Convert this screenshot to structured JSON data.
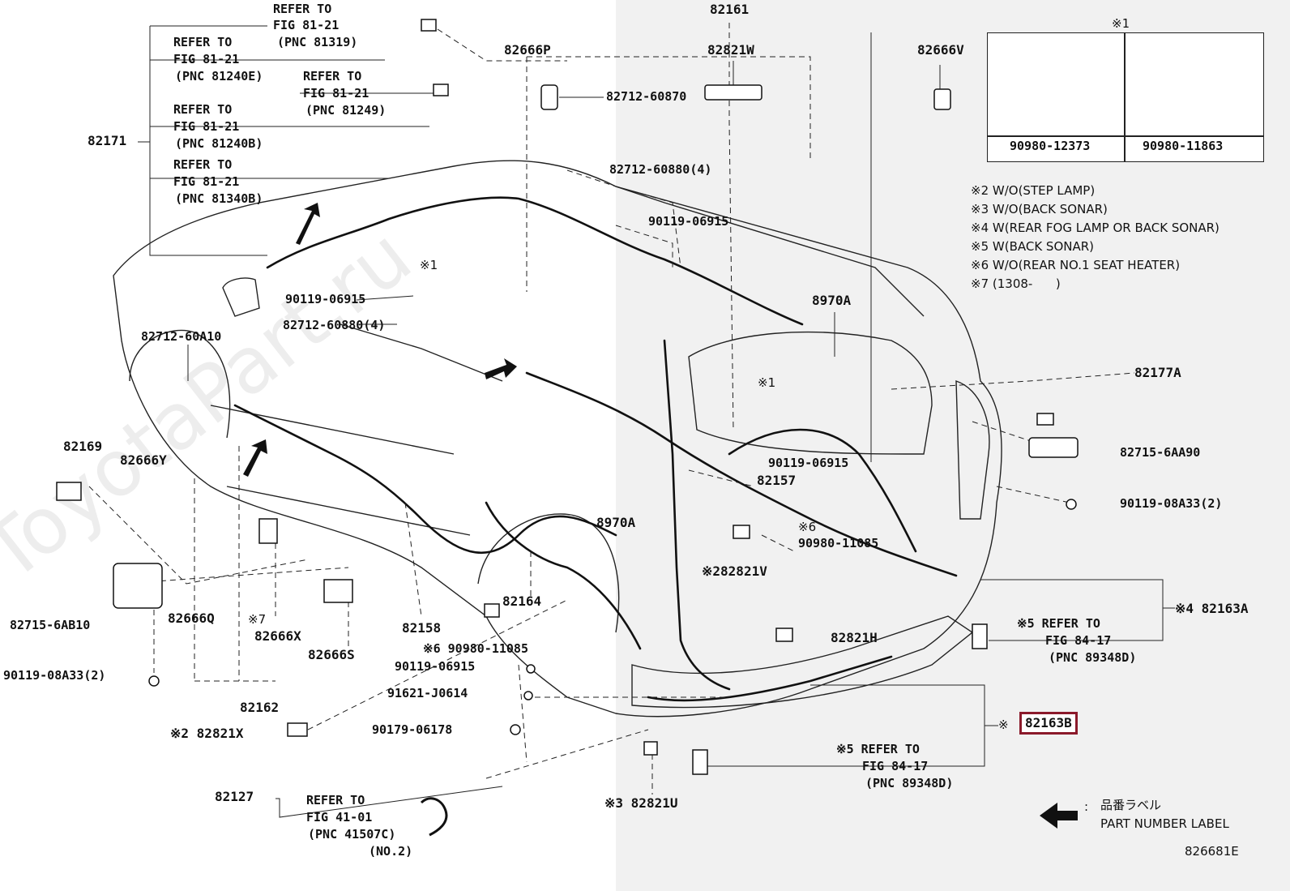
{
  "watermark": "ToyotaPart.ru",
  "figure_id": "826681E",
  "legend": {
    "ja": "品番ラベル",
    "colon": ":",
    "en": "PART NUMBER LABEL"
  },
  "notes": [
    "※2 W/O(STEP LAMP)",
    "※3 W/O(BACK SONAR)",
    "※4 W(REAR FOG LAMP OR BACK SONAR)",
    "※5 W(BACK SONAR)",
    "※6 W/O(REAR NO.1 SEAT HEATER)",
    "※7 (1308-      )"
  ],
  "inset": {
    "mark": "※1",
    "left_part": "90980-12373",
    "right_part": "90980-11863"
  },
  "callouts": {
    "c82161": "82161",
    "c82821W": "82821W",
    "c82666V": "82666V",
    "c82666P": "82666P",
    "c82171": "82171",
    "c82712_60870": "82712-60870",
    "c82712_60880_4a": "82712-60880(4)",
    "c90119_06915_a": "90119-06915",
    "c90119_06915_b": "90119-06915",
    "c82712_60880_4b": "82712-60880(4)",
    "c82712_60A10": "82712-60A10",
    "m1_a": "※1",
    "m1_b": "※1",
    "c8970A_a": "8970A",
    "c8970A_b": "8970A",
    "c82177A": "82177A",
    "c82715_6AA90": "82715-6AA90",
    "c90119_08A33_2_r": "90119-08A33(2)",
    "c90119_06915_c": "90119-06915",
    "c82157": "82157",
    "m6_a": "※6",
    "c90980_11085_a": "90980-11085",
    "c82821V": "※282821V",
    "c82169": "82169",
    "c82666Y": "82666Y",
    "c82715_6AB10": "82715-6AB10",
    "c90119_08A33_2_l": "90119-08A33(2)",
    "c82666Q": "82666Q",
    "m7": "※7",
    "c82666X": "82666X",
    "c82666S": "82666S",
    "c82162": "82162",
    "c82821X": "※2 82821X",
    "c82158": "82158",
    "c82164": "82164",
    "c90980_11085_b": "※6 90980-11085",
    "c90119_06915_d": "90119-06915",
    "c91621_J0614": "91621-J0614",
    "c90179_06178": "90179-06178",
    "c82127": "82127",
    "c82821H": "82821H",
    "c82163A": "※4 82163A",
    "c82163B_mark": "※",
    "c82163B": "82163B",
    "c82821U": "※3 82821U"
  },
  "refs": {
    "r1": [
      "REFER TO",
      "FIG 81-21",
      "(PNC 81319)"
    ],
    "r2": [
      "REFER TO",
      "FIG 81-21",
      "(PNC 81240E)"
    ],
    "r3": [
      "REFER TO",
      "FIG 81-21",
      "(PNC 81249)"
    ],
    "r4": [
      "REFER TO",
      "FIG 81-21",
      "(PNC 81240B)"
    ],
    "r5": [
      "REFER TO",
      "FIG 81-21",
      "(PNC 81340B)"
    ],
    "r6": [
      "※5 REFER TO",
      "FIG 84-17",
      "(PNC 89348D)"
    ],
    "r7": [
      "※5 REFER TO",
      "FIG 84-17",
      "(PNC 89348D)"
    ],
    "r8": [
      "REFER TO",
      "FIG 41-01",
      "(PNC 41507C)",
      "(NO.2)"
    ]
  },
  "colors": {
    "highlight": "#8b1a2b",
    "shade": "#f1f1f1",
    "ink": "#111111"
  }
}
